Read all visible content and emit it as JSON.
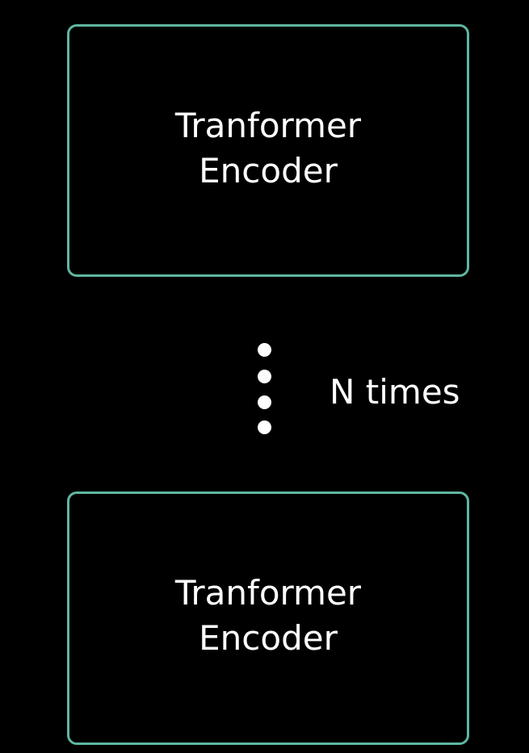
{
  "blocks": [
    {
      "line1": "Tranformer",
      "line2": "Encoder"
    },
    {
      "line1": "Tranformer",
      "line2": "Encoder"
    }
  ],
  "repeat_label": "N times",
  "colors": {
    "background": "#000000",
    "block_border": "#5fb6a1",
    "text": "#ffffff"
  }
}
